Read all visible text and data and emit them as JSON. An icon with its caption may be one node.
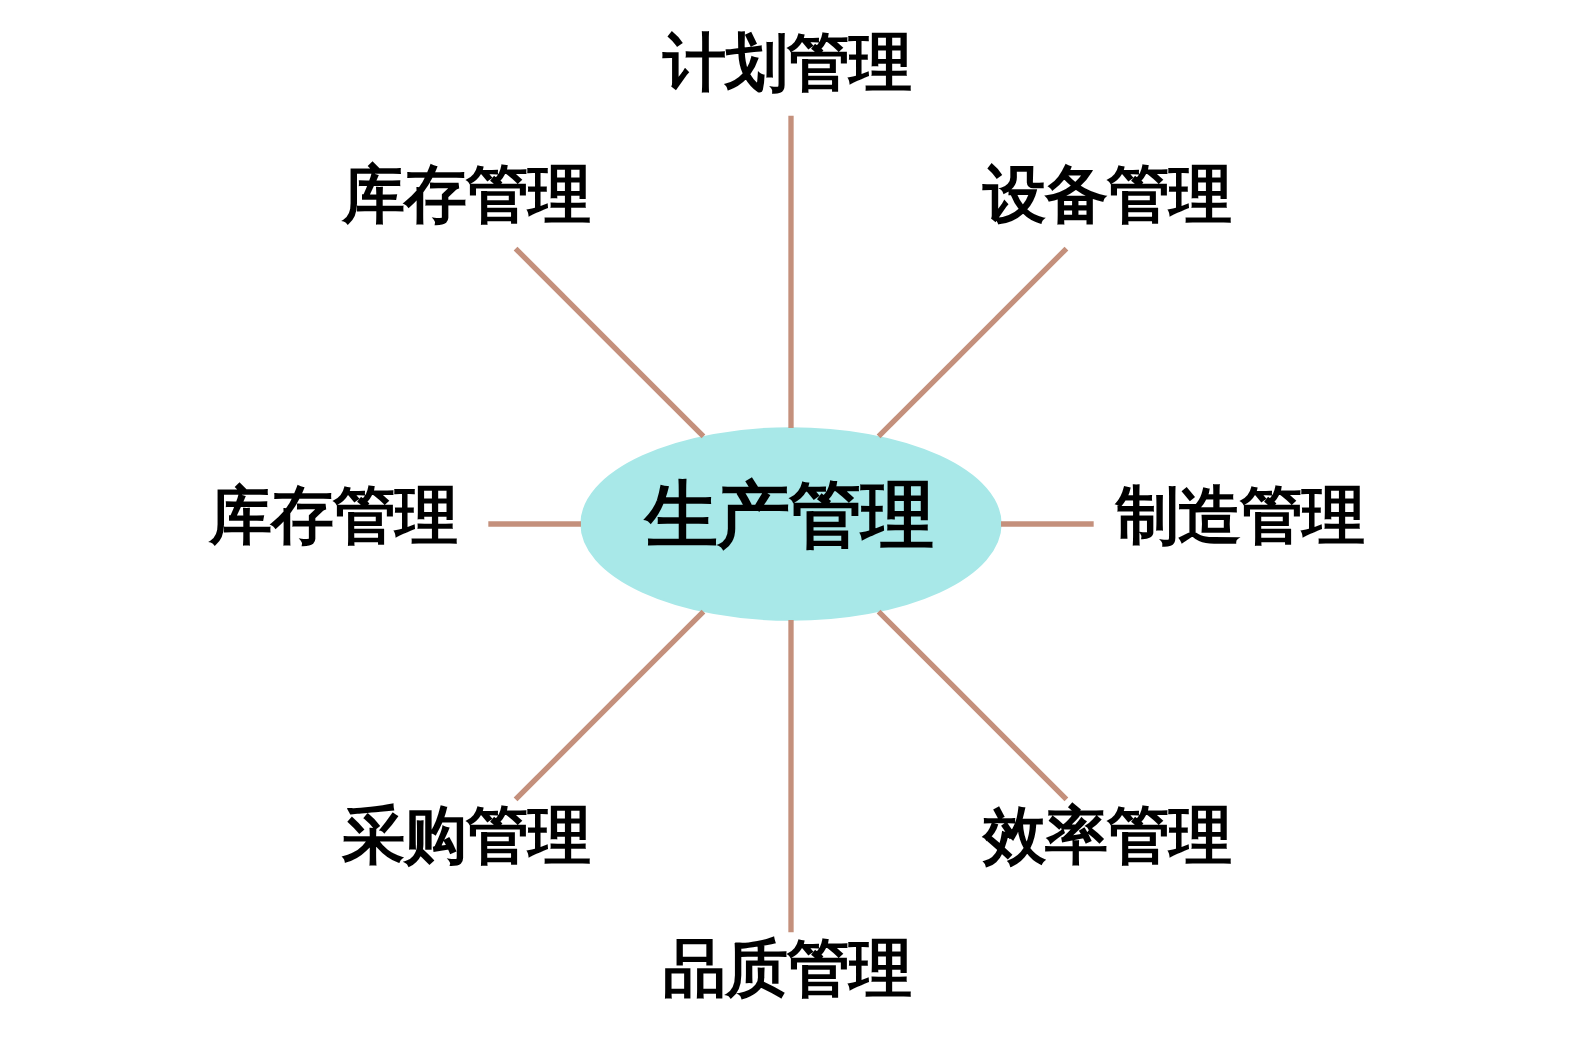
{
  "diagram": {
    "nodes": [
      {
        "text": [
          "计划管理"
        ]
      },
      {
        "text": [
          "库存管理"
        ]
      },
      {
        "text": [
          "设备管理"
        ]
      },
      {
        "text": [
          "库存管理"
        ]
      },
      {
        "text": [
          "生产管理"
        ]
      },
      {
        "text": [
          "制造管理"
        ]
      },
      {
        "text": [
          "采购管理"
        ]
      },
      {
        "text": [
          "效率管理"
        ]
      },
      {
        "text": [
          "品质管理"
        ]
      }
    ],
    "edges": [
      {
        "from": 4,
        "to": 0,
        "arrow": "none"
      },
      {
        "from": 4,
        "to": 2,
        "arrow": "none"
      },
      {
        "from": 4,
        "to": 5,
        "arrow": "none"
      },
      {
        "from": 4,
        "to": 7,
        "arrow": "none"
      },
      {
        "from": 4,
        "to": 8,
        "arrow": "none"
      },
      {
        "from": 4,
        "to": 6,
        "arrow": "none"
      },
      {
        "from": 4,
        "to": 3,
        "arrow": "none"
      },
      {
        "from": 4,
        "to": 1,
        "arrow": "none"
      }
    ]
  }
}
